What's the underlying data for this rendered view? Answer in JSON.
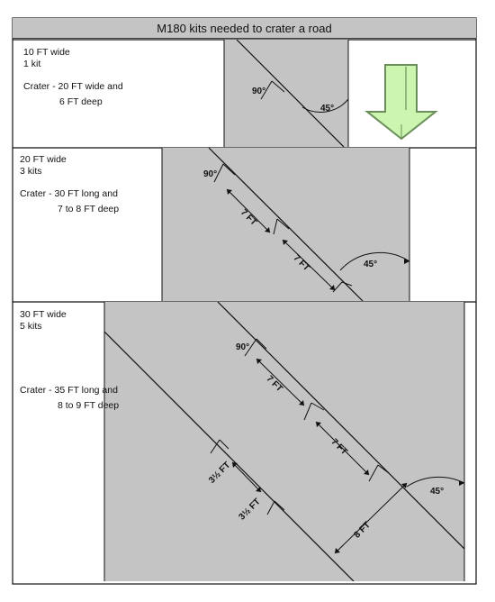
{
  "title": "M180 kits needed to crater a road",
  "sections": [
    {
      "width": "10 FT wide",
      "kits": "1 kit",
      "crater_line1": "Crater - 20 FT wide and",
      "crater_line2": "6 FT deep",
      "angle_90": "90°",
      "angle_45": "45°"
    },
    {
      "width": "20 FT wide",
      "kits": "3 kits",
      "crater_line1": "Crater - 30 FT long and",
      "crater_line2": "7 to 8 FT deep",
      "angle_90": "90°",
      "spacing1": "7 FT",
      "spacing2": "7 FT",
      "angle_45": "45°"
    },
    {
      "width": "30 FT wide",
      "kits": "5 kits",
      "crater_line1": "Crater - 35 FT long and",
      "crater_line2": "8 to 9 FT deep",
      "angle_90": "90°",
      "spacing1": "7 FT",
      "spacing2": "7 FT",
      "spacing3": "3½ FT",
      "spacing4": "3½ FT",
      "row_gap": "8 FT",
      "angle_45": "45°"
    }
  ],
  "colors": {
    "road": "#c4c4c4",
    "arrow_fill": "#ccf5b0",
    "arrow_stroke": "#6a8f5a",
    "line": "#111111"
  },
  "icons": [
    "down-arrow-icon"
  ]
}
